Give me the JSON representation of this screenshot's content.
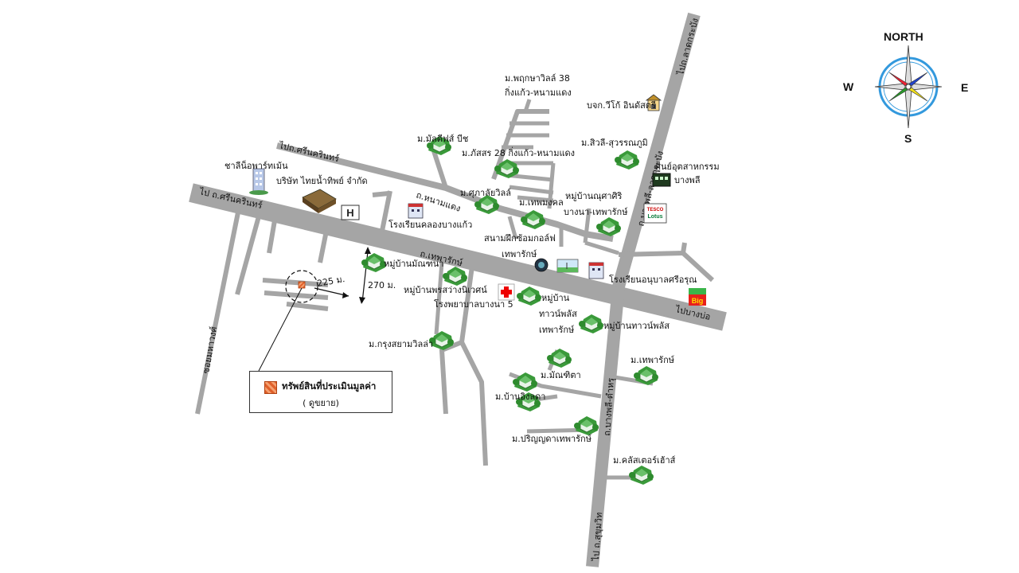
{
  "compass": {
    "north": "NORTH",
    "south": "S",
    "east": "E",
    "west": "W"
  },
  "roads": {
    "main_west": "ไป ถ.ศรีนครินทร์",
    "main_east": "ไปบางบ่อ",
    "main_name": "ถ.เทพารักษ์",
    "upper_west": "ไปถ.ศรีนครินทร์",
    "upper_name": "ถ.หนามแดง",
    "north_dir": "ไปถ.ลาดกระบัง",
    "north_name": "ถ.บางพลี-ลาดกระบัง",
    "south_name": "ถ.บางพลี-ตำหรุ",
    "south_dir": "ไป ถ.สุขุมวิท",
    "west_vertical": "ซอยมหาวงศ์",
    "dist_horizontal": "225 ม.",
    "dist_vertical": "270 ม."
  },
  "places": [
    "ม.พฤกษาวิลล์ 38",
    "กิ่งแก้ว-หนามแดง",
    "บจก.วีโก้ อินดัสตรี",
    "ม.มัลดีฟส์ บีช",
    "ม.ภัสสร 28 กิ่งแก้ว-หนามแดง",
    "ม.สิวลี-สุวรรณภูมิ",
    "ศูนย์อุตสาหกรรม",
    "บางพลี",
    "ชาลีน็อพาร์ทเม้น",
    "บริษัท ไทยน้ำทิพย์ จำกัด",
    "ม.ศุภาลัยวิลล์",
    "ม.เทพมงคล",
    "หมู่บ้านณุศาศิริ",
    "บางนา-เทพารักษ์",
    "โรงเรียนคลองบางแก้ว",
    "สนามฝึกซ้อมกอล์ฟ",
    "เทพารักษ์",
    "หมู่บ้านมัณฑนา",
    "โรงเรียนอนุบาลศรีอรุณ",
    "หมู่บ้านพรสว่างนิเวศน์",
    "โรงพยาบาลบางนา 5",
    "หมู่บ้าน",
    "ทาวน์พลัส",
    "เทพารักษ์",
    "หมู่บ้านทาวน์พลัส",
    "ม.กรุงสยามวิลล่า",
    "ม.เทพารักษ์",
    "ม.มัณฑิตา",
    "ม.บ้านอิงลดา",
    "ม.ปริญญดาเทพารักษ์",
    "ม.คลัสเตอร์เฮ้าส์"
  ],
  "legend": {
    "title": "ทรัพย์สินที่ประเมินมูลค่า",
    "subtitle": "( ดูขยาย)"
  }
}
